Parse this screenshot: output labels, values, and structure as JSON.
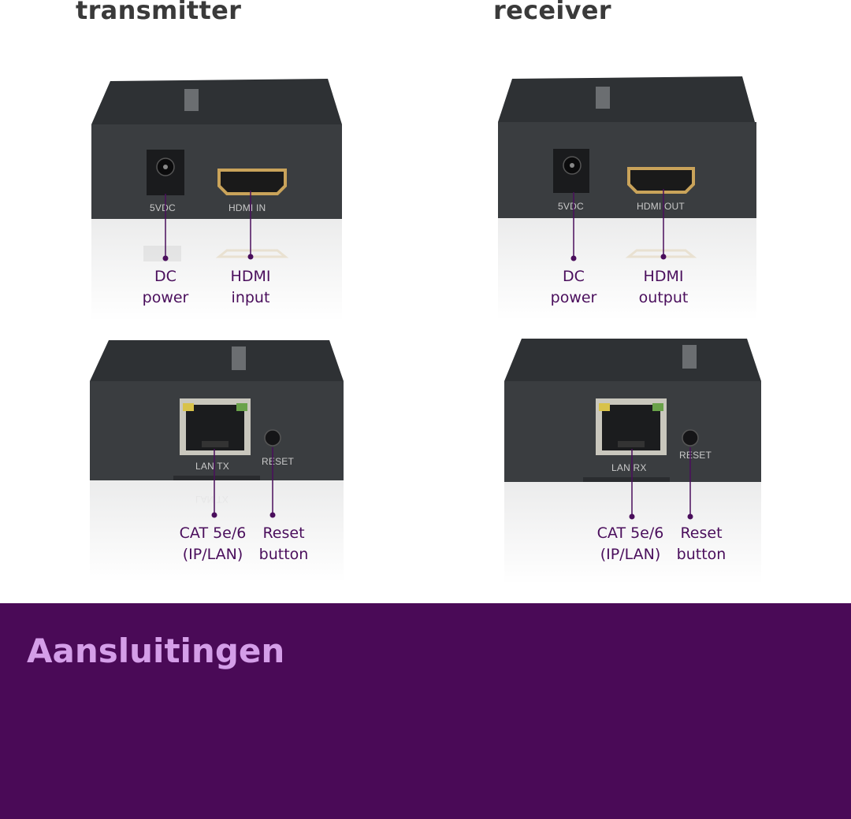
{
  "headings": {
    "left": "transmitter",
    "right": "receiver"
  },
  "transmitter": {
    "front": {
      "port1_text": "5VDC",
      "port2_text": "HDMI IN",
      "label1": [
        "DC",
        "power"
      ],
      "label2": [
        "HDMI",
        "input"
      ]
    },
    "back": {
      "port1_text": "LAN TX",
      "port2_text": "RESET",
      "label1": [
        "CAT 5e/6",
        "(IP/LAN)"
      ],
      "label2": [
        "Reset",
        "button"
      ]
    }
  },
  "receiver": {
    "front": {
      "port1_text": "5VDC",
      "port2_text": "HDMI OUT",
      "label1": [
        "DC",
        "power"
      ],
      "label2": [
        "HDMI",
        "output"
      ]
    },
    "back": {
      "port1_text": "LAN RX",
      "port2_text": "RESET",
      "label1": [
        "CAT 5e/6",
        "(IP/LAN)"
      ],
      "label2": [
        "Reset",
        "button"
      ]
    }
  },
  "footer": {
    "title": "Aansluitingen"
  },
  "colors": {
    "accent": "#4a0a57",
    "title_accent": "#d49ee8",
    "label": "#4a0e5c",
    "device": "#3a3d40"
  }
}
